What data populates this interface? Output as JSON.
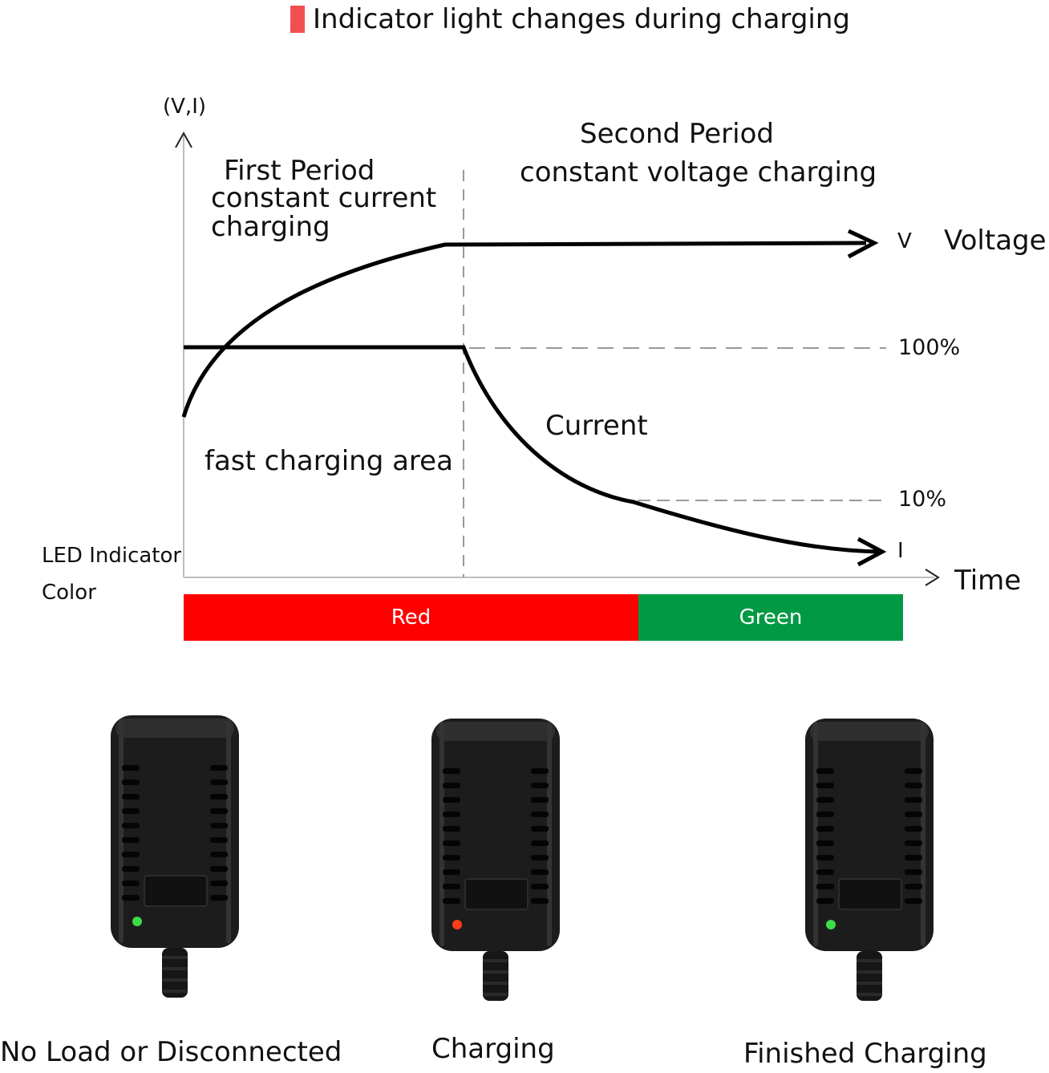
{
  "title": "Indicator light changes during charging",
  "title_marker_color": "#f25050",
  "diagram": {
    "y_axis_label": "(V,I)",
    "x_axis_label": "Time",
    "first_period": {
      "line1": "First  Period",
      "line2": "constant current",
      "line3": "charging"
    },
    "second_period": {
      "line1": "Second Period",
      "line2": "constant voltage charging"
    },
    "voltage_symbol": "V",
    "voltage_label": "Voltage",
    "current_label": "Current",
    "current_symbol": "I",
    "level_100": "100%",
    "level_10": "10%",
    "fast_area_label": "fast charging area"
  },
  "led_bar": {
    "label_line1": "LED Indicator",
    "label_line2": "Color",
    "segments": [
      {
        "label": "Red",
        "color": "#ff0000"
      },
      {
        "label": "Green",
        "color": "#009a44"
      }
    ]
  },
  "chargers": [
    {
      "caption": "No Load or Disconnected",
      "led_color": "#3ddc4a",
      "icon": "power-adapter-icon"
    },
    {
      "caption": "Charging",
      "led_color": "#ff3b1a",
      "icon": "power-adapter-icon"
    },
    {
      "caption": "Finished Charging",
      "led_color": "#3ddc4a",
      "icon": "power-adapter-icon"
    }
  ]
}
